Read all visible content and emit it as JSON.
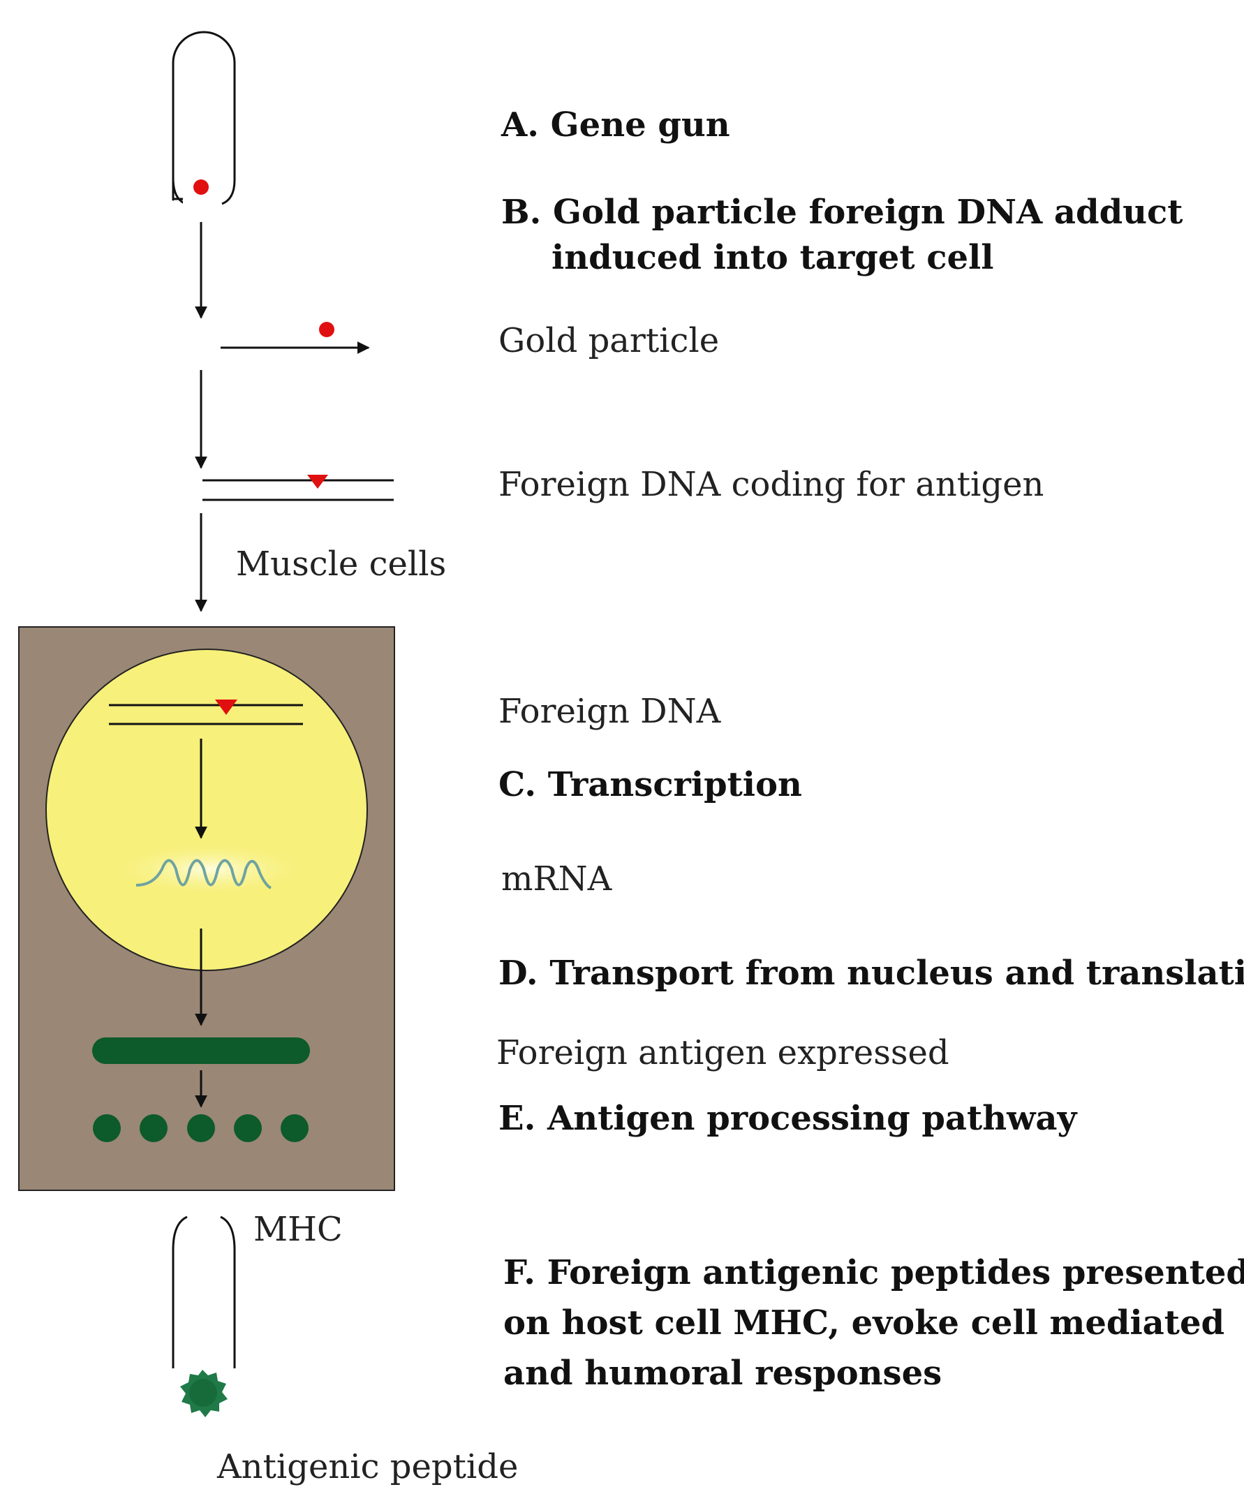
{
  "steps": {
    "a": "A. Gene gun",
    "b_line1": "B. Gold particle foreign DNA adduct",
    "b_line2": "induced into target cell",
    "c": "C. Transcription",
    "d": "D. Transport from nucleus and translation",
    "e": "E. Antigen processing pathway",
    "f_line1": "F. Foreign antigenic peptides presented",
    "f_line2": "on host cell MHC, evoke cell mediated",
    "f_line3": "and humoral responses"
  },
  "labels": {
    "gold_particle": "Gold particle",
    "foreign_dna_coding": "Foreign DNA coding for antigen",
    "muscle_cells": "Muscle cells",
    "foreign_dna": "Foreign DNA",
    "mrna": "mRNA",
    "foreign_antigen_expressed": "Foreign antigen expressed",
    "mhc": "MHC",
    "antigenic_peptide": "Antigenic peptide"
  },
  "colors": {
    "gold_particle": "#e01010",
    "cell_body": "#9a8776",
    "nucleus": "#f7f07a",
    "antigen": "#0d5a2a",
    "mrna": "#6fa3a0"
  }
}
